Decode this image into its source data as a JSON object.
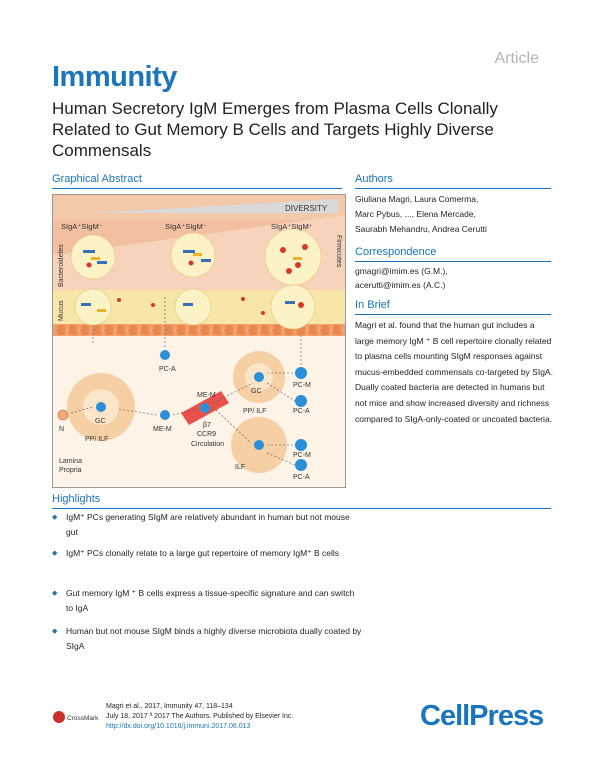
{
  "header": {
    "article_label": "Article",
    "journal": "Immunity",
    "title": "Human Secretory IgM Emerges from Plasma Cells Clonally Related to Gut Memory B Cells and Targets Highly Diverse Commensals"
  },
  "graphical_abstract": {
    "heading": "Graphical Abstract",
    "labels": {
      "diversity": "DIVERSITY",
      "col1": "SIgA⁺SIgM⁻",
      "col2": "SIgA⁺SIgM⁻",
      "col3": "SIgA⁺SIgM⁺",
      "bacteroidetes": "Bacteroidetes",
      "firmicutes": "Firmicutes",
      "mucus": "Mucus",
      "pc_a_top": "PC-A",
      "gc1": "GC",
      "pp_ilf1": "PP/ ILF",
      "n": "N",
      "me_m1": "ME-M",
      "me_m2": "ME-M",
      "b7": "β7",
      "ccr9": "CCR9",
      "circulation": "Circulation",
      "gc2": "GC",
      "pp_ilf2": "PP/ ILF",
      "pc_m1": "PC-M",
      "pc_a1": "PC-A",
      "pc_m2": "PC-M",
      "pc_a2": "PC-A",
      "ilf": "ILF",
      "lamina": "Lamina",
      "propria": "Propria"
    }
  },
  "authors": {
    "heading": "Authors",
    "lines": [
      "Giuliana Magri, Laura Comerma,",
      "Marc Pybus, ..., Elena Mercade,",
      "Saurabh Mehandru, Andrea Cerutti"
    ]
  },
  "correspondence": {
    "heading": "Correspondence",
    "lines": [
      "gmagri@imim.es (G.M.),",
      "acerutti@imim.es (A.C.)"
    ]
  },
  "in_brief": {
    "heading": "In Brief",
    "text": "Magri et al. found that the human gut includes a large memory IgM    ⁺ B cell repertoire clonally related to plasma cells mounting SIgM responses against mucus-embedded commensals co-targeted by SIgA. Dually coated bacteria are detected in humans but not mice and show increased diversity and richness compared to SIgA-only-coated or uncoated bacteria."
  },
  "highlights": {
    "heading": "Highlights",
    "items": [
      "IgM⁺ PCs generating SIgM are relatively abundant in human but not mouse gut",
      "IgM⁺ PCs clonally relate to a large gut repertoire of memory IgM⁺ B cells",
      "Gut memory IgM    ⁺ B cells express a tissue-specific signature and can switch to IgA",
      "Human but not mouse SIgM binds a highly diverse microbiota dually coated by SIgA"
    ]
  },
  "citation": {
    "line1": "Magri et al., 2017, Immunity    47, 118–134",
    "line2": "July 18, 2017  ª  2017 The Authors. Published by Elsevier Inc.",
    "doi": "http://dx.doi.org/10.1016/j.immuni.2017.06.013"
  },
  "publisher": "CellPress",
  "crossmark": "CrossMark",
  "colors": {
    "accent": "#1a75bb"
  }
}
